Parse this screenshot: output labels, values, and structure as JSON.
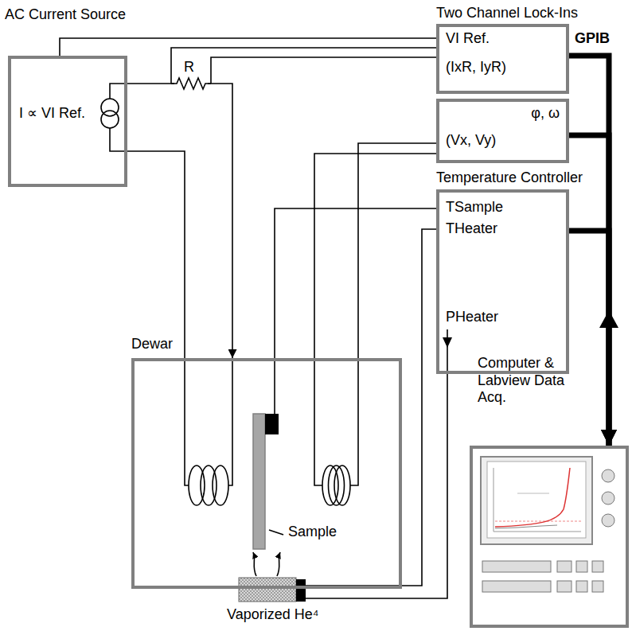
{
  "diagram": {
    "nodes": [
      {
        "text": [
          "AC Current Source",
          "I ∝ VI Ref."
        ]
      },
      {
        "text": [
          "Two Channel Lock-Ins",
          "VI Ref.",
          "(IxR, IyR)"
        ]
      },
      {
        "text": [
          "φ, ω",
          "(Vx, Vy)"
        ]
      },
      {
        "text": [
          "Temperature Controller",
          "TSample",
          "THeater",
          "PHeater"
        ]
      },
      {
        "text": [
          "Dewar"
        ]
      },
      {
        "text": [
          "Computer & Labview Data Acq."
        ]
      }
    ],
    "edges": [
      {
        "from": 1,
        "to": 0,
        "arrow": "none"
      },
      {
        "from": 0,
        "to": 4,
        "arrow": "to"
      },
      {
        "from": 2,
        "to": 4,
        "arrow": "none"
      },
      {
        "from": 3,
        "to": 4,
        "arrow": "none"
      },
      {
        "from": 1,
        "to": 5,
        "arrow": "to"
      },
      {
        "from": 2,
        "to": 5,
        "arrow": "to"
      },
      {
        "from": 3,
        "to": 5,
        "arrow": "to"
      }
    ],
    "labels": [
      "R",
      "GPIB",
      "Sample",
      "Vaporized He⁴"
    ]
  }
}
